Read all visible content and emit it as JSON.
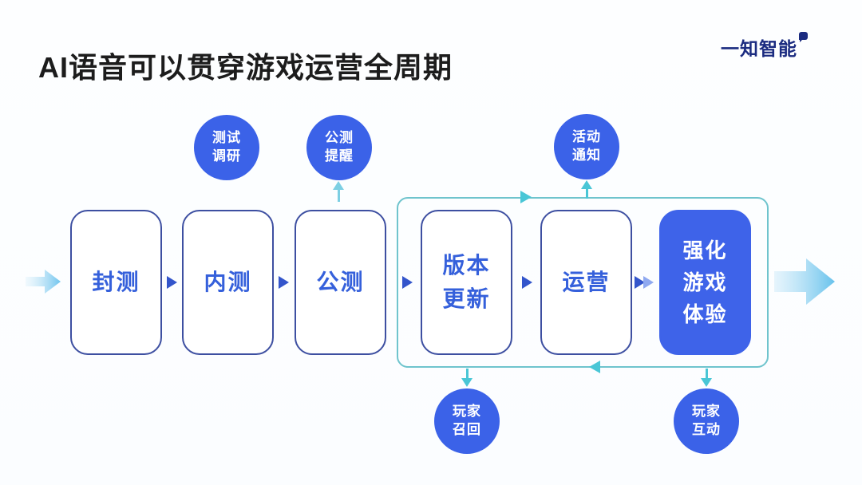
{
  "slide": {
    "title": "AI语音可以贯穿游戏运营全周期",
    "logo": "一知智能"
  },
  "flow": {
    "stages": [
      {
        "label": "封测",
        "style": "outline"
      },
      {
        "label": "内测",
        "style": "outline"
      },
      {
        "label": "公测",
        "style": "outline"
      },
      {
        "lines": [
          "版本",
          "更新"
        ],
        "style": "outline"
      },
      {
        "label": "运营",
        "style": "outline"
      },
      {
        "lines": [
          "强化",
          "游戏",
          "体验"
        ],
        "style": "solid"
      }
    ],
    "callouts_top": [
      {
        "lines": [
          "测试",
          "调研"
        ]
      },
      {
        "lines": [
          "公测",
          "提醒"
        ]
      },
      {
        "lines": [
          "活动",
          "通知"
        ]
      }
    ],
    "callouts_bottom": [
      {
        "lines": [
          "玩家",
          "召回"
        ]
      },
      {
        "lines": [
          "玩家",
          "互动"
        ]
      }
    ]
  },
  "colors": {
    "bubble_blue": "#3b62e8",
    "solid_stage_blue": "#3e63e9",
    "stage_border": "#3d4fa1",
    "stage_text": "#3560db",
    "flow_arrow_blue": "#3355cb",
    "group_teal": "#6fc4cd",
    "teal_arrow": "#49c6d6",
    "light_arrow": "#8ed2f0",
    "logo_navy": "#1b2b80",
    "title_color": "#1c1c1c"
  }
}
